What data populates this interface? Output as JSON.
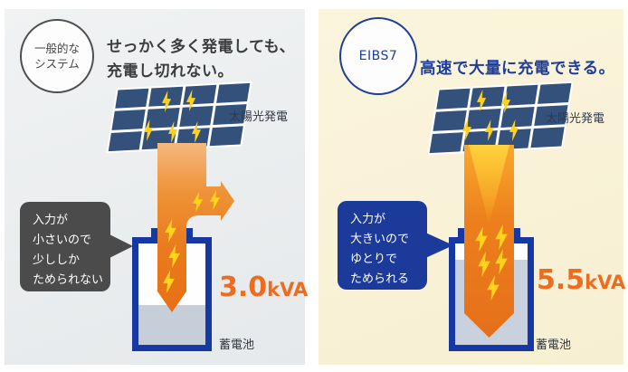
{
  "colors": {
    "accent_orange": "#ed6c1f",
    "brand_navy": "#1e3e99",
    "battery_blue": "#1538a2",
    "bolt_yellow": "#ffd21e",
    "bubble_gray": "#4b4b4b",
    "left_panel_bg": "#eaecee",
    "right_panel_bg": "#faf3d8"
  },
  "left": {
    "badge_line1": "一般的な",
    "badge_line2": "システム",
    "headline_line1": "せっかく多く発電しても、",
    "headline_line2": "充電し切れない。",
    "solar_label": "太陽光発電",
    "bubble_line1": "入力が",
    "bubble_line2": "小さいので",
    "bubble_line3": "少ししか",
    "bubble_line4": "ためられない",
    "capacity_value": "3.0",
    "capacity_unit": "kVA",
    "battery_label": "蓄電池"
  },
  "right": {
    "badge": "EIBS7",
    "headline": "高速で大量に充電できる。",
    "solar_label": "太陽光発電",
    "bubble_line1": "入力が",
    "bubble_line2": "大きいので",
    "bubble_line3": "ゆとりで",
    "bubble_line4": "ためられる",
    "capacity_value": "5.5",
    "capacity_unit": "kVA",
    "battery_label": "蓄電池"
  }
}
